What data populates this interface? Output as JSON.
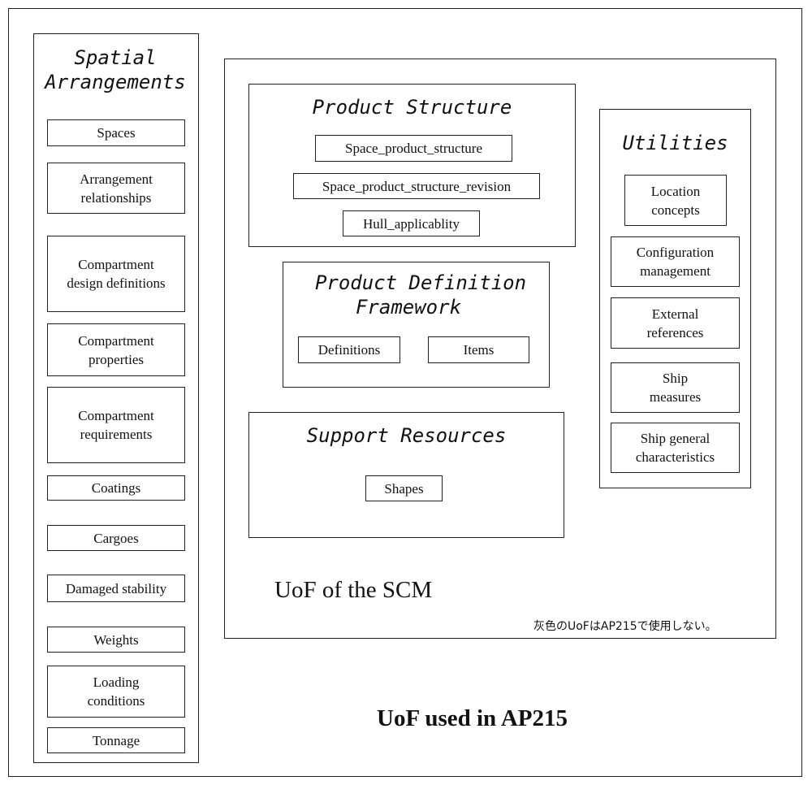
{
  "diagram": {
    "caption": "UoF used in AP215",
    "scm_label": "UoF of the SCM",
    "note": "灰色のUoFはAP215で使用しない。"
  },
  "spatial": {
    "title_line1": "Spatial",
    "title_line2": "Arrangements",
    "items": [
      "Spaces",
      "Arrangement relationships",
      "Compartment design definitions",
      "Compartment properties",
      "Compartment requirements",
      "Coatings",
      "Cargoes",
      "Damaged stability",
      "Weights",
      "Loading conditions",
      "Tonnage"
    ]
  },
  "product_structure": {
    "title": "Product Structure",
    "items": [
      "Space_product_structure",
      "Space_product_structure_revision",
      "Hull_applicablity"
    ]
  },
  "pdf": {
    "title_line1": "Product Definition",
    "title_line2": "Framework",
    "items": [
      "Definitions",
      "Items"
    ]
  },
  "support": {
    "title": "Support Resources",
    "items": [
      "Shapes"
    ]
  },
  "utilities": {
    "title": "Utilities",
    "items": [
      "Location concepts",
      "Configuration management",
      "External references",
      "Ship measures",
      "Ship general characteristics"
    ]
  }
}
